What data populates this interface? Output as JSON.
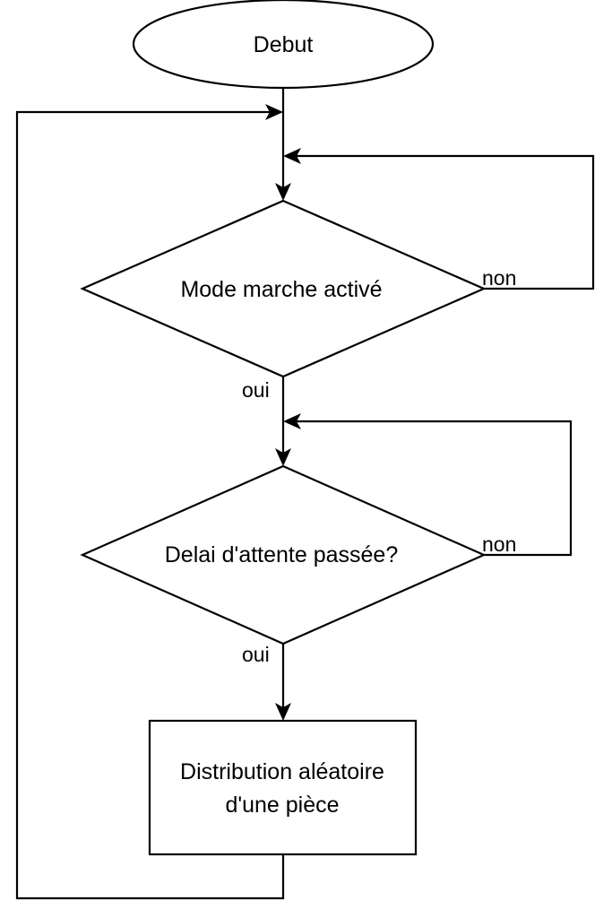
{
  "nodes": {
    "start": {
      "text": "Debut"
    },
    "decision_mode": {
      "text": "Mode marche activé"
    },
    "decision_delay": {
      "text": "Delai d'attente passée?"
    },
    "process_distribution": {
      "line1": "Distribution aléatoire",
      "line2": "d'une pièce"
    }
  },
  "edges": {
    "mode_no": "non",
    "mode_yes": "oui",
    "delay_no": "non",
    "delay_yes": "oui"
  },
  "colors": {
    "stroke": "#000000",
    "fill": "#ffffff"
  }
}
